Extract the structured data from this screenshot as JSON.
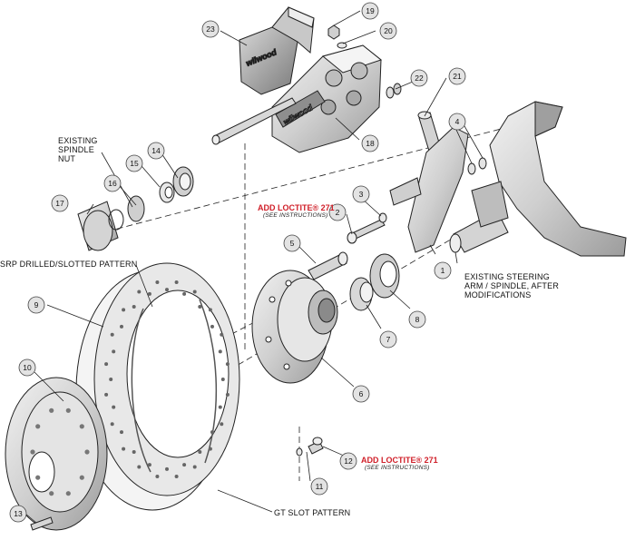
{
  "callouts": [
    {
      "n": "1"
    },
    {
      "n": "2"
    },
    {
      "n": "3"
    },
    {
      "n": "4"
    },
    {
      "n": "5"
    },
    {
      "n": "6"
    },
    {
      "n": "7"
    },
    {
      "n": "8"
    },
    {
      "n": "9"
    },
    {
      "n": "10"
    },
    {
      "n": "11"
    },
    {
      "n": "12"
    },
    {
      "n": "13"
    },
    {
      "n": "14"
    },
    {
      "n": "15"
    },
    {
      "n": "16"
    },
    {
      "n": "17"
    },
    {
      "n": "18"
    },
    {
      "n": "19"
    },
    {
      "n": "20"
    },
    {
      "n": "21"
    },
    {
      "n": "22"
    },
    {
      "n": "23"
    }
  ],
  "labels": {
    "existing_spindle_nut": [
      "EXISTING",
      "SPINDLE",
      "NUT"
    ],
    "srp_pattern": "SRP DRILLED/SLOTTED PATTERN",
    "existing_steering_arm": [
      "EXISTING STEERING",
      "ARM / SPINDLE, AFTER",
      "MODIFICATIONS"
    ],
    "gt_slot_pattern": "GT SLOT PATTERN"
  },
  "notes": [
    {
      "title": "ADD LOCTITE® 271",
      "sub": "(SEE INSTRUCTIONS)"
    },
    {
      "title": "ADD LOCTITE® 271",
      "sub": "(SEE INSTRUCTIONS)"
    }
  ],
  "brand": "wilwood",
  "colors": {
    "line": "#222222",
    "part_fill": "#d9d9d9",
    "part_dark": "#9a9a9a",
    "note_red": "#d0202a"
  }
}
